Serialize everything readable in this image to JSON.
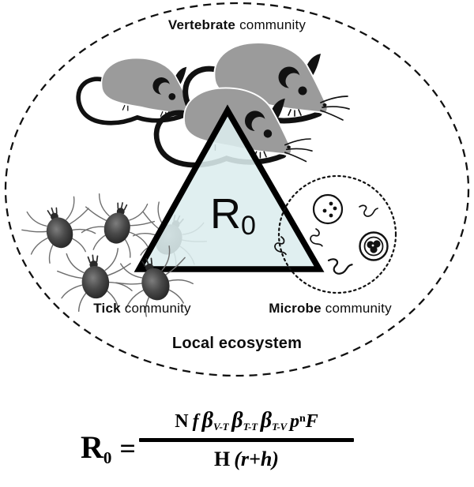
{
  "figure": {
    "labels": {
      "vertebrate_bold": "Vertebrate",
      "vertebrate_rest": "community",
      "tick_bold": "Tick",
      "tick_rest": "community",
      "microbe_bold": "Microbe",
      "microbe_rest": "community",
      "ecosystem": "Local ecosystem"
    },
    "triangle": {
      "r": "R",
      "r_sub": "0"
    },
    "formula": {
      "lhs": "R",
      "lhs_sub": "0",
      "equals": "=",
      "num_N": "N",
      "num_f": "f",
      "beta1": "β",
      "beta1_sub": "V-T",
      "beta2": "β",
      "beta2_sub": "T-T",
      "beta3": "β",
      "beta3_sub": "T-V",
      "num_p": "p",
      "num_p_sup": "n",
      "num_F": "F",
      "den_H": "H",
      "den_rest": "(r+h)"
    },
    "colors": {
      "mouse_gray": "#9b9b9b",
      "tick_body_dark": "#2b2b2b",
      "triangle_fill": "#e3f0f1",
      "line_black": "#000000"
    }
  }
}
